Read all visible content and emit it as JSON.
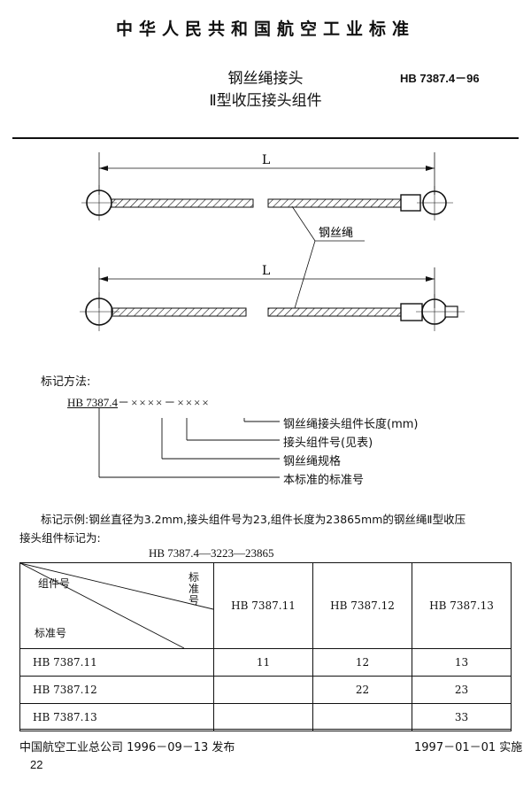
{
  "header": {
    "org_standard": "中华人民共和国航空工业标准"
  },
  "title": {
    "line1": "钢丝绳接头",
    "line2": "Ⅱ型收压接头组件",
    "number": "HB 7387.4－96"
  },
  "drawing": {
    "dim_label_top": "L",
    "dim_label_bottom": "L",
    "callout": "钢丝绳"
  },
  "marking": {
    "heading": "标记方法:",
    "code_prefix": "HB 7387.4",
    "code_rest": "－××××－××××",
    "legend": [
      "钢丝绳接头组件长度(mm)",
      "接头组件号(见表)",
      "钢丝绳规格",
      "本标准的标准号"
    ]
  },
  "example": {
    "line1": "标记示例:钢丝直径为3.2mm,接头组件号为23,组件长度为23865mm的钢丝绳Ⅱ型收压",
    "line2": "接头组件标记为:",
    "code": "HB 7387.4—3223—23865"
  },
  "table": {
    "corner_top_left": "组件号",
    "corner_top_right": "标准号",
    "corner_bottom_left": "标准号",
    "columns": [
      "HB 7387.11",
      "HB 7387.12",
      "HB 7387.13"
    ],
    "rows": [
      {
        "label": "HB 7387.11",
        "cells": [
          "11",
          "12",
          "13"
        ]
      },
      {
        "label": "HB 7387.12",
        "cells": [
          "",
          "22",
          "23"
        ]
      },
      {
        "label": "HB 7387.13",
        "cells": [
          "",
          "",
          "33"
        ]
      }
    ]
  },
  "footer": {
    "issued": "中国航空工业总公司 1996－09－13 发布",
    "effective": "1997－01－01 实施",
    "page": "22"
  }
}
